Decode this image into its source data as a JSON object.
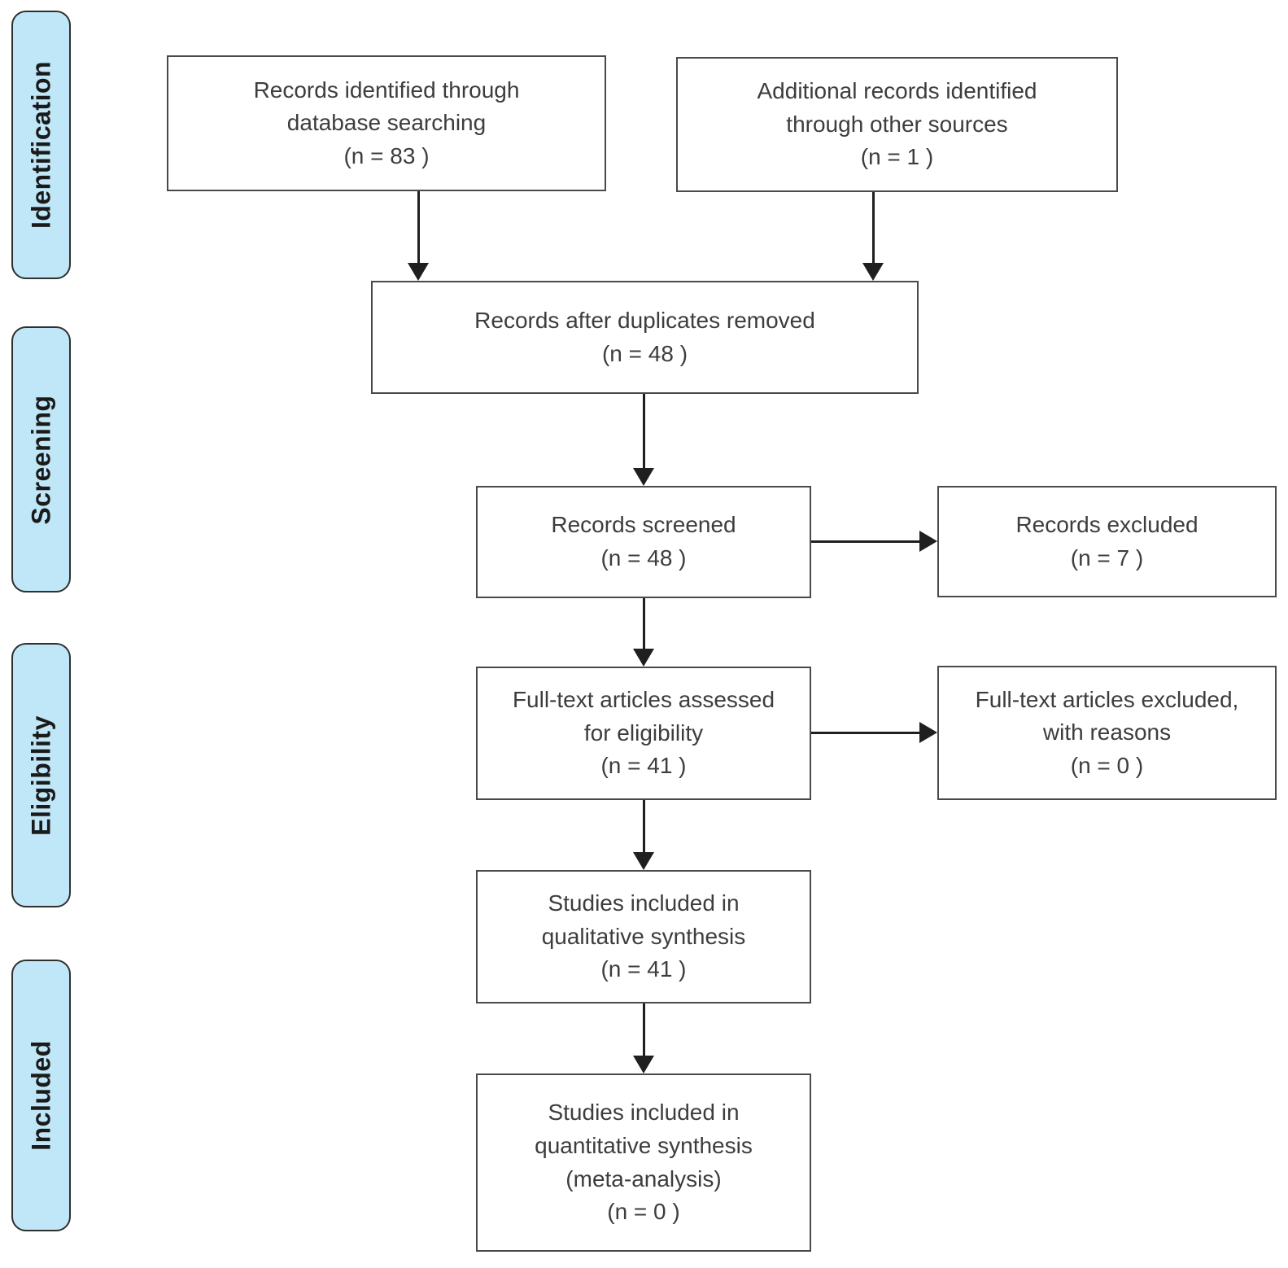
{
  "stages": [
    {
      "label": "Identification"
    },
    {
      "label": "Screening"
    },
    {
      "label": "Eligibility"
    },
    {
      "label": "Included"
    }
  ],
  "boxes": {
    "records_identified_database": {
      "text": "Records identified through\ndatabase searching\n(n = 83 )"
    },
    "records_identified_other": {
      "text": "Additional records identified\nthrough other sources\n(n = 1 )"
    },
    "records_after_duplicates": {
      "text": "Records after duplicates removed\n(n = 48 )"
    },
    "records_screened": {
      "text": "Records screened\n(n = 48 )"
    },
    "records_excluded": {
      "text": "Records excluded\n(n = 7 )"
    },
    "fulltext_assessed": {
      "text": "Full-text articles assessed\nfor eligibility\n(n = 41 )"
    },
    "fulltext_excluded": {
      "text": "Full-text articles excluded,\nwith reasons\n(n = 0 )"
    },
    "qualitative_synthesis": {
      "text": "Studies included in\nqualitative synthesis\n(n = 41 )"
    },
    "quantitative_synthesis": {
      "text": "Studies included in\nquantitative synthesis\n(meta-analysis)\n(n = 0 )"
    }
  },
  "colors": {
    "stage_fill": "#bfe7f7",
    "stage_border": "#2f2f2f",
    "box_border": "#4a4a4a",
    "arrow": "#1f1f1f",
    "text": "#3d3d3d"
  }
}
